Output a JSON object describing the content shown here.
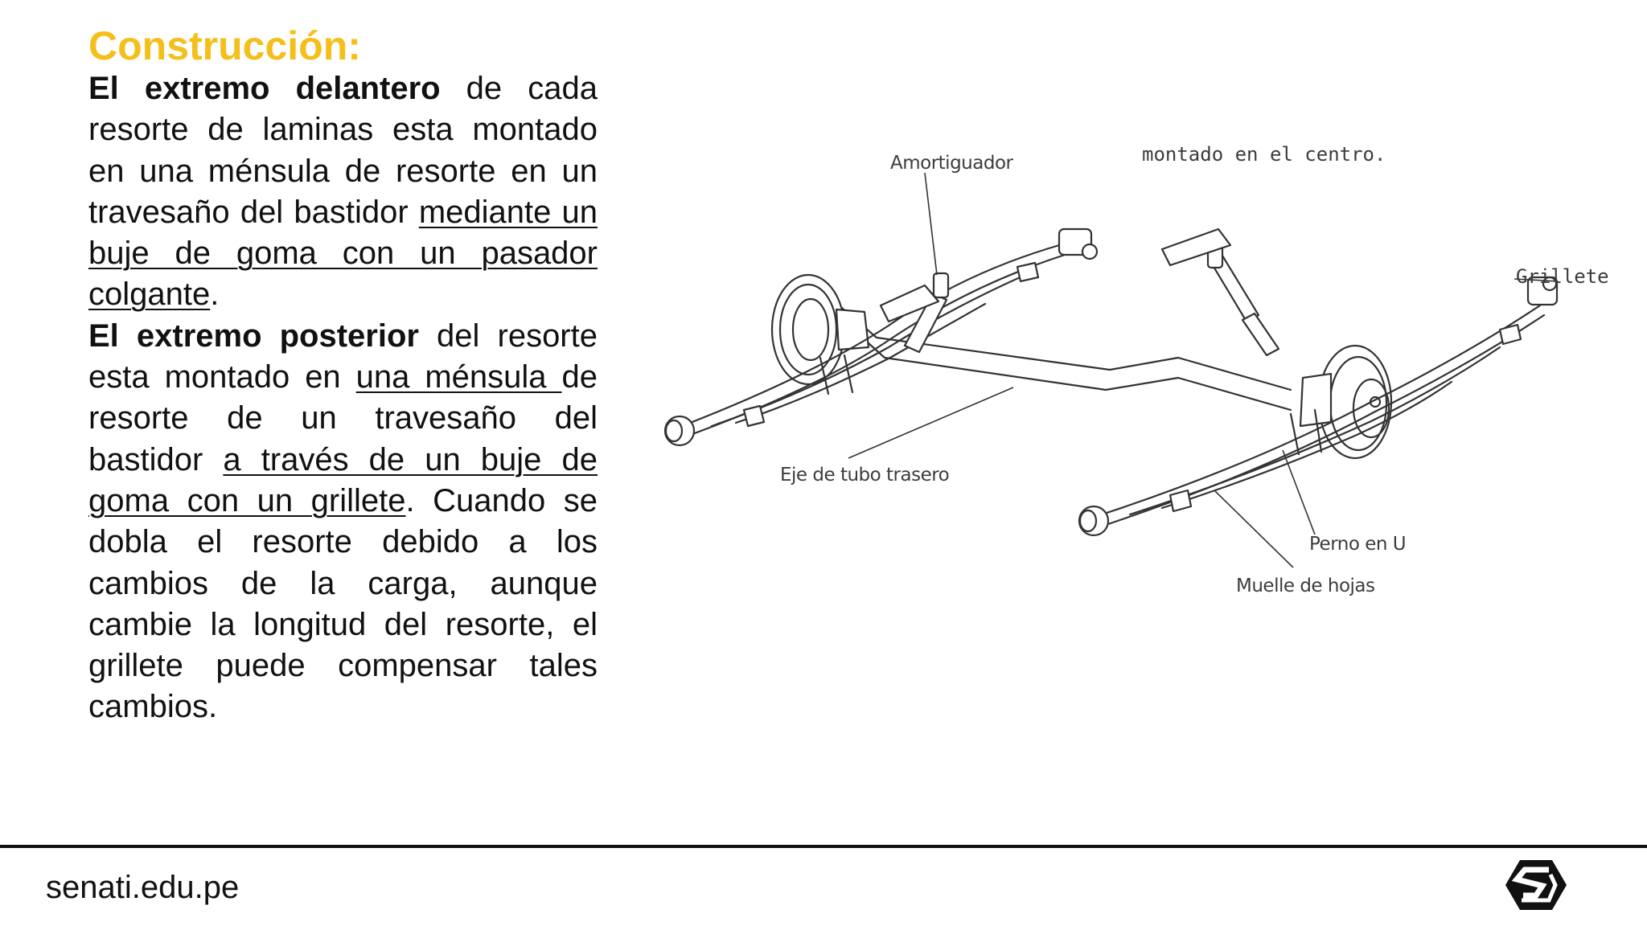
{
  "slide": {
    "title": "Construcción:",
    "paragraph1": {
      "bold": "El extremo delantero",
      "text_a": " de cada resorte de laminas esta montado en una ménsula de resorte en un travesaño del bastidor ",
      "underlined": "mediante un buje de goma con un pasador colgante",
      "text_b": "."
    },
    "paragraph2": {
      "bold": "El extremo posterior",
      "text_a": " del resorte esta montado en ",
      "underlined_1": "una ménsula ",
      "text_b": "de resorte de un travesaño del bastidor ",
      "underlined_2": "a través de un buje de goma con un grillete",
      "text_c": ". Cuando se dobla el resorte debido a los cambios de la carga, aunque cambie la longitud del resorte, el grillete puede compensar tales cambios."
    }
  },
  "diagram": {
    "labels": {
      "caption": "montado en el centro.",
      "shock_absorber": "Amortiguador",
      "shackle": "Grillete",
      "rear_axle": "Eje de tubo trasero",
      "u_bolt": "Perno en U",
      "leaf_spring": "Muelle de hojas"
    }
  },
  "footer": {
    "url": "senati.edu.pe",
    "logo_icon": "senati-logo-icon"
  }
}
